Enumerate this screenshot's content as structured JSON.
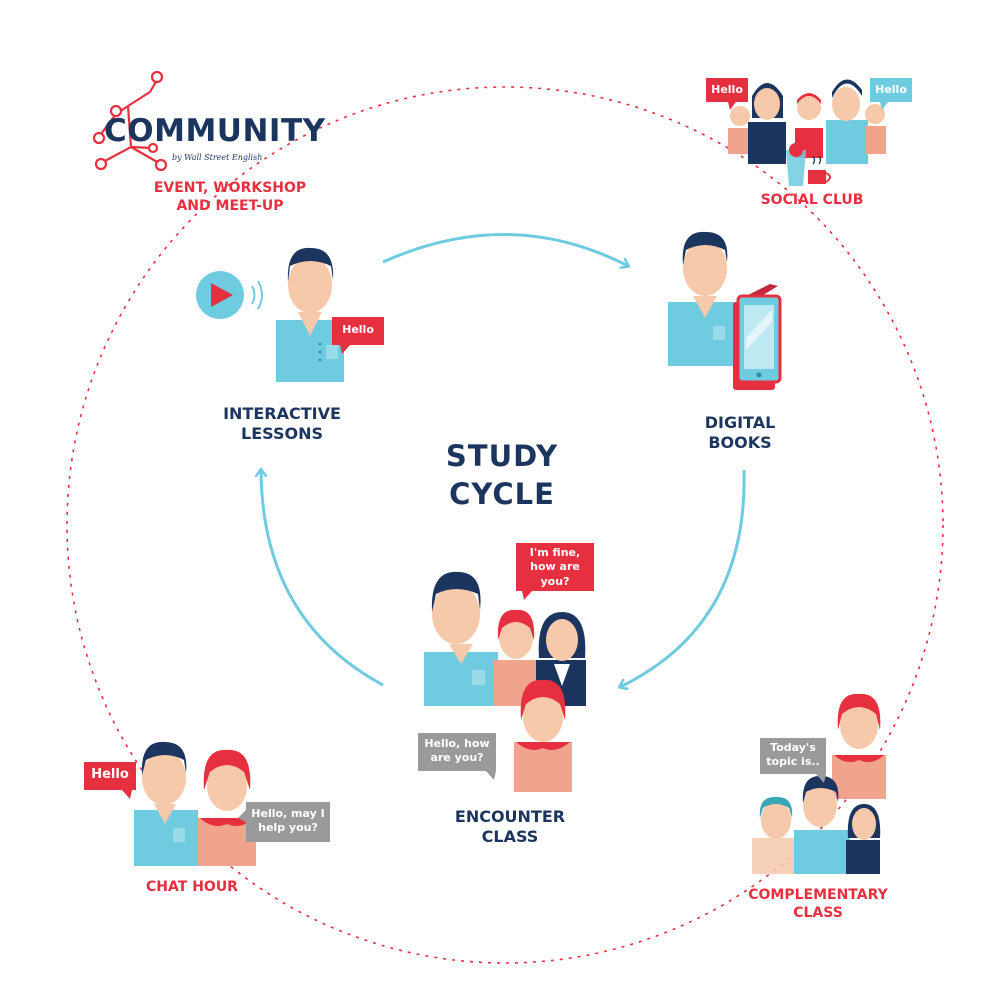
{
  "community": {
    "logo_word": "COMMUNITY",
    "logo_by": "by Wall Street English",
    "subtitle_line1": "EVENT, WORKSHOP",
    "subtitle_line2": "AND MEET-UP"
  },
  "center": {
    "line1": "STUDY",
    "line2": "CYCLE"
  },
  "study_stages": [
    {
      "line1": "INTERACTIVE",
      "line2": "LESSONS"
    },
    {
      "line1": "DIGITAL",
      "line2": "BOOKS"
    },
    {
      "line1": "ENCOUNTER",
      "line2": "CLASS"
    }
  ],
  "community_activities": [
    {
      "line1": "SOCIAL CLUB",
      "line2": ""
    },
    {
      "line1": "COMPLEMENTARY",
      "line2": "CLASS"
    },
    {
      "line1": "CHAT HOUR",
      "line2": ""
    }
  ],
  "bubbles": {
    "social_left": "Hello",
    "social_right": "Hello",
    "lessons": "Hello",
    "encounter_top_l1": "I'm fine,",
    "encounter_top_l2": "how are",
    "encounter_top_l3": "you?",
    "encounter_bottom_l1": "Hello, how",
    "encounter_bottom_l2": "are you?",
    "complementary_l1": "Today's",
    "complementary_l2": "topic is..",
    "chat_left": "Hello",
    "chat_right_l1": "Hello, may I",
    "chat_right_l2": "help you?"
  },
  "colors": {
    "navy": "#1b355f",
    "red": "#e63040",
    "light_blue": "#6ecbe0",
    "skin": "#f6c9aa",
    "grey_bubble": "#9a9a9a",
    "peach": "#f0a48e"
  },
  "icons": [
    "video-play-icon",
    "tablet-book-icon",
    "network-nodes-icon",
    "water-glass-icon",
    "coffee-cup-icon"
  ]
}
